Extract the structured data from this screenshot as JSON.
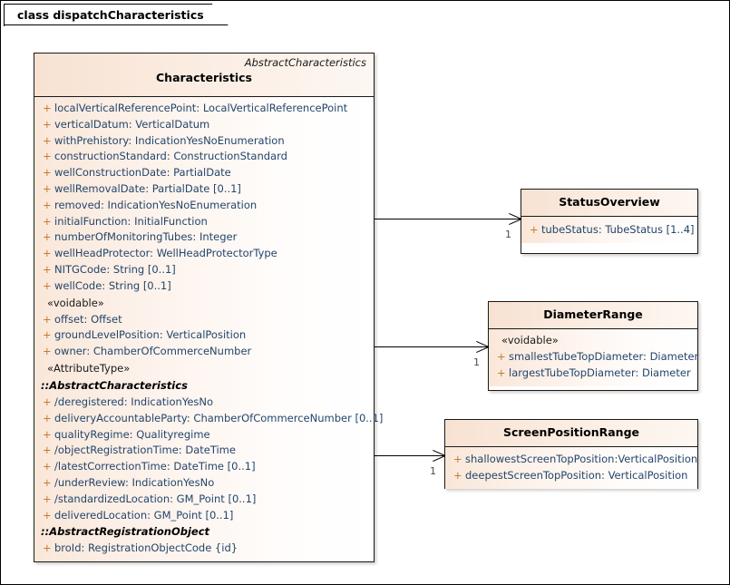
{
  "diagram": {
    "tab_label": "class dispatchCharacteristics"
  },
  "main_class": {
    "parent": "AbstractCharacteristics",
    "name": "Characteristics",
    "rows": [
      {
        "kind": "attr",
        "vis": "+",
        "text": "localVerticalReferencePoint: LocalVerticalReferencePoint"
      },
      {
        "kind": "attr",
        "vis": "+",
        "text": "verticalDatum: VerticalDatum"
      },
      {
        "kind": "attr",
        "vis": "+",
        "text": "withPrehistory: IndicationYesNoEnumeration"
      },
      {
        "kind": "attr",
        "vis": "+",
        "text": "constructionStandard: ConstructionStandard"
      },
      {
        "kind": "attr",
        "vis": "+",
        "text": "wellConstructionDate: PartialDate"
      },
      {
        "kind": "attr",
        "vis": "+",
        "text": "wellRemovalDate: PartialDate [0..1]"
      },
      {
        "kind": "attr",
        "vis": "+",
        "text": "removed: IndicationYesNoEnumeration"
      },
      {
        "kind": "attr",
        "vis": "+",
        "text": "initialFunction: InitialFunction"
      },
      {
        "kind": "attr",
        "vis": "+",
        "text": "numberOfMonitoringTubes: Integer"
      },
      {
        "kind": "attr",
        "vis": "+",
        "text": "wellHeadProtector: WellHeadProtectorType"
      },
      {
        "kind": "attr",
        "vis": "+",
        "text": "NITGCode: String [0..1]"
      },
      {
        "kind": "attr",
        "vis": "+",
        "text": "wellCode: String [0..1]"
      },
      {
        "kind": "stereotype",
        "text": "«voidable»"
      },
      {
        "kind": "attr",
        "vis": "+",
        "text": "offset: Offset"
      },
      {
        "kind": "attr",
        "vis": "+",
        "text": "groundLevelPosition: VerticalPosition"
      },
      {
        "kind": "attr",
        "vis": "+",
        "text": "owner: ChamberOfCommerceNumber"
      },
      {
        "kind": "stereotype",
        "text": "«AttributeType»"
      },
      {
        "kind": "group",
        "text": "::AbstractCharacteristics"
      },
      {
        "kind": "attr",
        "vis": "+",
        "text": "/deregistered: IndicationYesNo"
      },
      {
        "kind": "attr",
        "vis": "+",
        "text": "deliveryAccountableParty: ChamberOfCommerceNumber [0..1]"
      },
      {
        "kind": "attr",
        "vis": "+",
        "text": "qualityRegime: Qualityregime"
      },
      {
        "kind": "attr",
        "vis": "+",
        "text": "/objectRegistrationTime: DateTime"
      },
      {
        "kind": "attr",
        "vis": "+",
        "text": "/latestCorrectionTime: DateTime [0..1]"
      },
      {
        "kind": "attr",
        "vis": "+",
        "text": "/underReview: IndicationYesNo"
      },
      {
        "kind": "attr",
        "vis": "+",
        "text": "/standardizedLocation: GM_Point [0..1]"
      },
      {
        "kind": "attr",
        "vis": "+",
        "text": "deliveredLocation: GM_Point [0..1]"
      },
      {
        "kind": "group",
        "text": "::AbstractRegistrationObject"
      },
      {
        "kind": "attr",
        "vis": "+",
        "text": "broId: RegistrationObjectCode {id}"
      }
    ]
  },
  "status_overview": {
    "name": "StatusOverview",
    "rows": [
      {
        "kind": "attr",
        "vis": "+",
        "text": "tubeStatus: TubeStatus [1..4]"
      }
    ]
  },
  "diameter_range": {
    "name": "DiameterRange",
    "rows": [
      {
        "kind": "stereotype",
        "text": "«voidable»"
      },
      {
        "kind": "attr",
        "vis": "+",
        "text": "smallestTubeTopDiameter: Diameter"
      },
      {
        "kind": "attr",
        "vis": "+",
        "text": "largestTubeTopDiameter: Diameter"
      }
    ]
  },
  "screen_position_range": {
    "name": "ScreenPositionRange",
    "rows": [
      {
        "kind": "attr",
        "vis": "+",
        "text": "shallowestScreenTopPosition:VerticalPosition"
      },
      {
        "kind": "attr",
        "vis": "+",
        "text": "deepestScreenTopPosition: VerticalPosition"
      }
    ]
  },
  "associations": [
    {
      "target": "StatusOverview",
      "multiplicity": "1"
    },
    {
      "target": "DiameterRange",
      "multiplicity": "1"
    },
    {
      "target": "ScreenPositionRange",
      "multiplicity": "1"
    }
  ]
}
